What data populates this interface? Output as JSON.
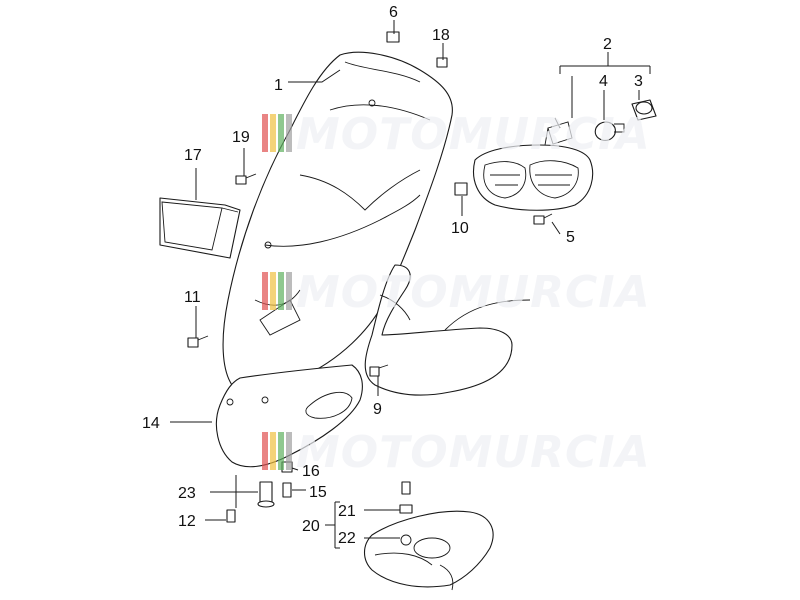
{
  "watermark": {
    "text": "MOTOMURCIA",
    "stripe_colors": [
      "#e05050",
      "#f0c040",
      "#60b060",
      "#a0a0a0"
    ]
  },
  "parts": {
    "p1": "1",
    "p2": "2",
    "p3": "3",
    "p4": "4",
    "p5": "5",
    "p6": "6",
    "p9": "9",
    "p10": "10",
    "p11": "11",
    "p12": "12",
    "p14": "14",
    "p15": "15",
    "p16": "16",
    "p17": "17",
    "p18": "18",
    "p19": "19",
    "p20": "20",
    "p21": "21",
    "p22": "22",
    "p23": "23"
  }
}
